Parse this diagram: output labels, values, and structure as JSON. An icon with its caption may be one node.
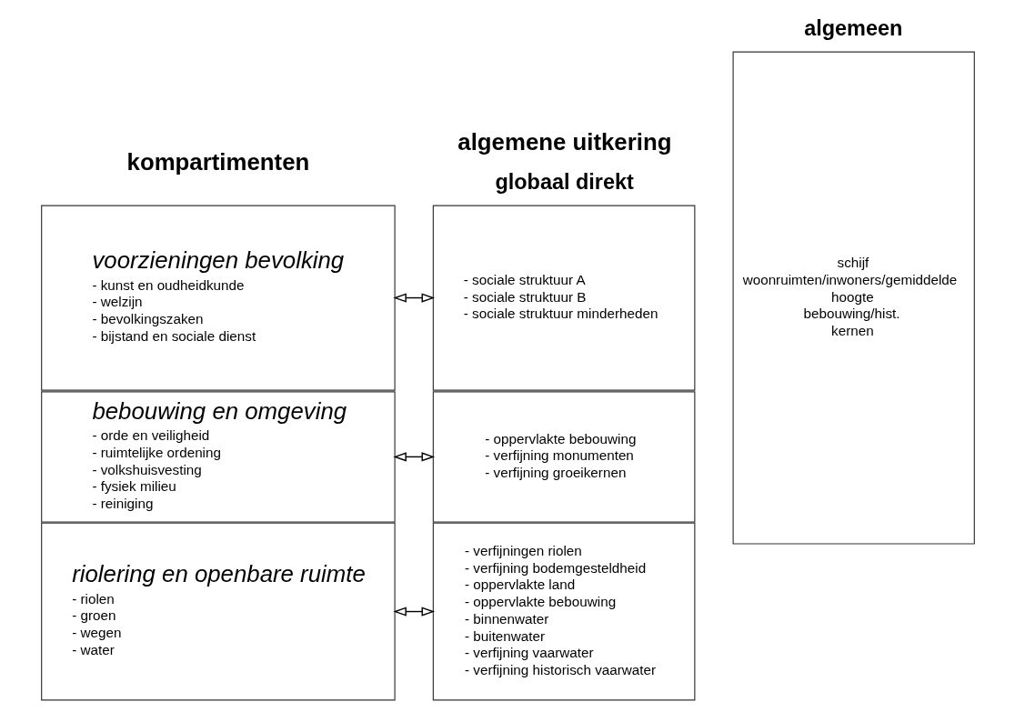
{
  "diagram": {
    "nodes": [
      {
        "text": [
          "voorzieningen bevolking",
          "- kunst en oudheidkunde",
          "- welzijn",
          "- bevolkingszaken",
          "- bijstand en sociale dienst"
        ]
      },
      {
        "text": [
          "bebouwing en omgeving",
          "- orde en veiligheid",
          "- ruimtelijke ordening",
          "- volkshuisvesting",
          "- fysiek milieu",
          "- reiniging"
        ]
      },
      {
        "text": [
          "riolering en openbare ruimte",
          "- riolen",
          "- groen",
          "- wegen",
          "- water"
        ]
      },
      {
        "text": [
          "- sociale struktuur A",
          "- sociale struktuur B",
          "- sociale struktuur minderheden"
        ]
      },
      {
        "text": [
          "- oppervlakte bebouwing",
          "- verfijning monumenten",
          "- verfijning groeikernen"
        ]
      },
      {
        "text": [
          "- verfijningen riolen",
          "- verfijning bodemgesteldheid",
          "- oppervlakte land",
          "- oppervlakte bebouwing",
          "- binnenwater",
          "- buitenwater",
          "- verfijning vaarwater",
          "- verfijning historisch vaarwater"
        ]
      },
      {
        "text": [
          "schijf woonruimten/inwoners/gemiddelde hoogte bebouwing/hist. kernen"
        ]
      }
    ],
    "edges": [
      {
        "from": 0,
        "to": 3,
        "arrow": "both"
      },
      {
        "from": 1,
        "to": 4,
        "arrow": "both"
      },
      {
        "from": 2,
        "to": 5,
        "arrow": "both"
      }
    ],
    "labels": [
      "kompartimenten",
      "algemene uitkering",
      "globaal direkt",
      "algemeen"
    ]
  }
}
